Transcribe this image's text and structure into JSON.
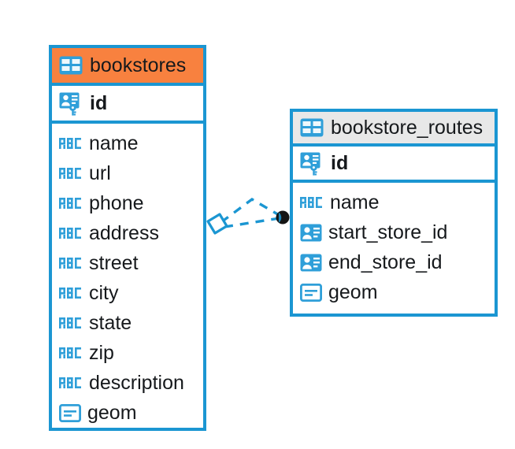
{
  "diagram": {
    "type": "entity-relationship-diagram",
    "colors": {
      "entity_border": "#1b96d2",
      "header_accent_primary": "#f8813f",
      "header_accent_secondary": "#e8e8e8",
      "icon_blue": "#2f9fd9",
      "text": "#16191c",
      "connector": "#1b96d2",
      "connector_endpoint": "#141414",
      "canvas": "#ffffff"
    },
    "entities": [
      {
        "name": "bookstores",
        "header_icon": "table-icon",
        "header_style": "accent-orange",
        "primary_key": {
          "label": "id",
          "icon": "primary-key-icon"
        },
        "fields": [
          {
            "label": "name",
            "icon": "text-type-icon"
          },
          {
            "label": "url",
            "icon": "text-type-icon"
          },
          {
            "label": "phone",
            "icon": "text-type-icon"
          },
          {
            "label": "address",
            "icon": "text-type-icon"
          },
          {
            "label": "street",
            "icon": "text-type-icon"
          },
          {
            "label": "city",
            "icon": "text-type-icon"
          },
          {
            "label": "state",
            "icon": "text-type-icon"
          },
          {
            "label": "zip",
            "icon": "text-type-icon"
          },
          {
            "label": "description",
            "icon": "text-type-icon"
          },
          {
            "label": "geom",
            "icon": "geometry-type-icon"
          }
        ]
      },
      {
        "name": "bookstore_routes",
        "header_icon": "table-icon",
        "header_style": "accent-grey",
        "primary_key": {
          "label": "id",
          "icon": "primary-key-icon"
        },
        "fields": [
          {
            "label": "name",
            "icon": "text-type-icon"
          },
          {
            "label": "start_store_id",
            "icon": "foreign-key-icon"
          },
          {
            "label": "end_store_id",
            "icon": "foreign-key-icon"
          },
          {
            "label": "geom",
            "icon": "geometry-type-icon"
          }
        ]
      }
    ],
    "relationship": {
      "from_entity": "bookstores",
      "to_entity": "bookstore_routes",
      "from_marker": "diamond-marker",
      "to_marker": "filled-circle-marker",
      "line_style": "dashed"
    }
  }
}
